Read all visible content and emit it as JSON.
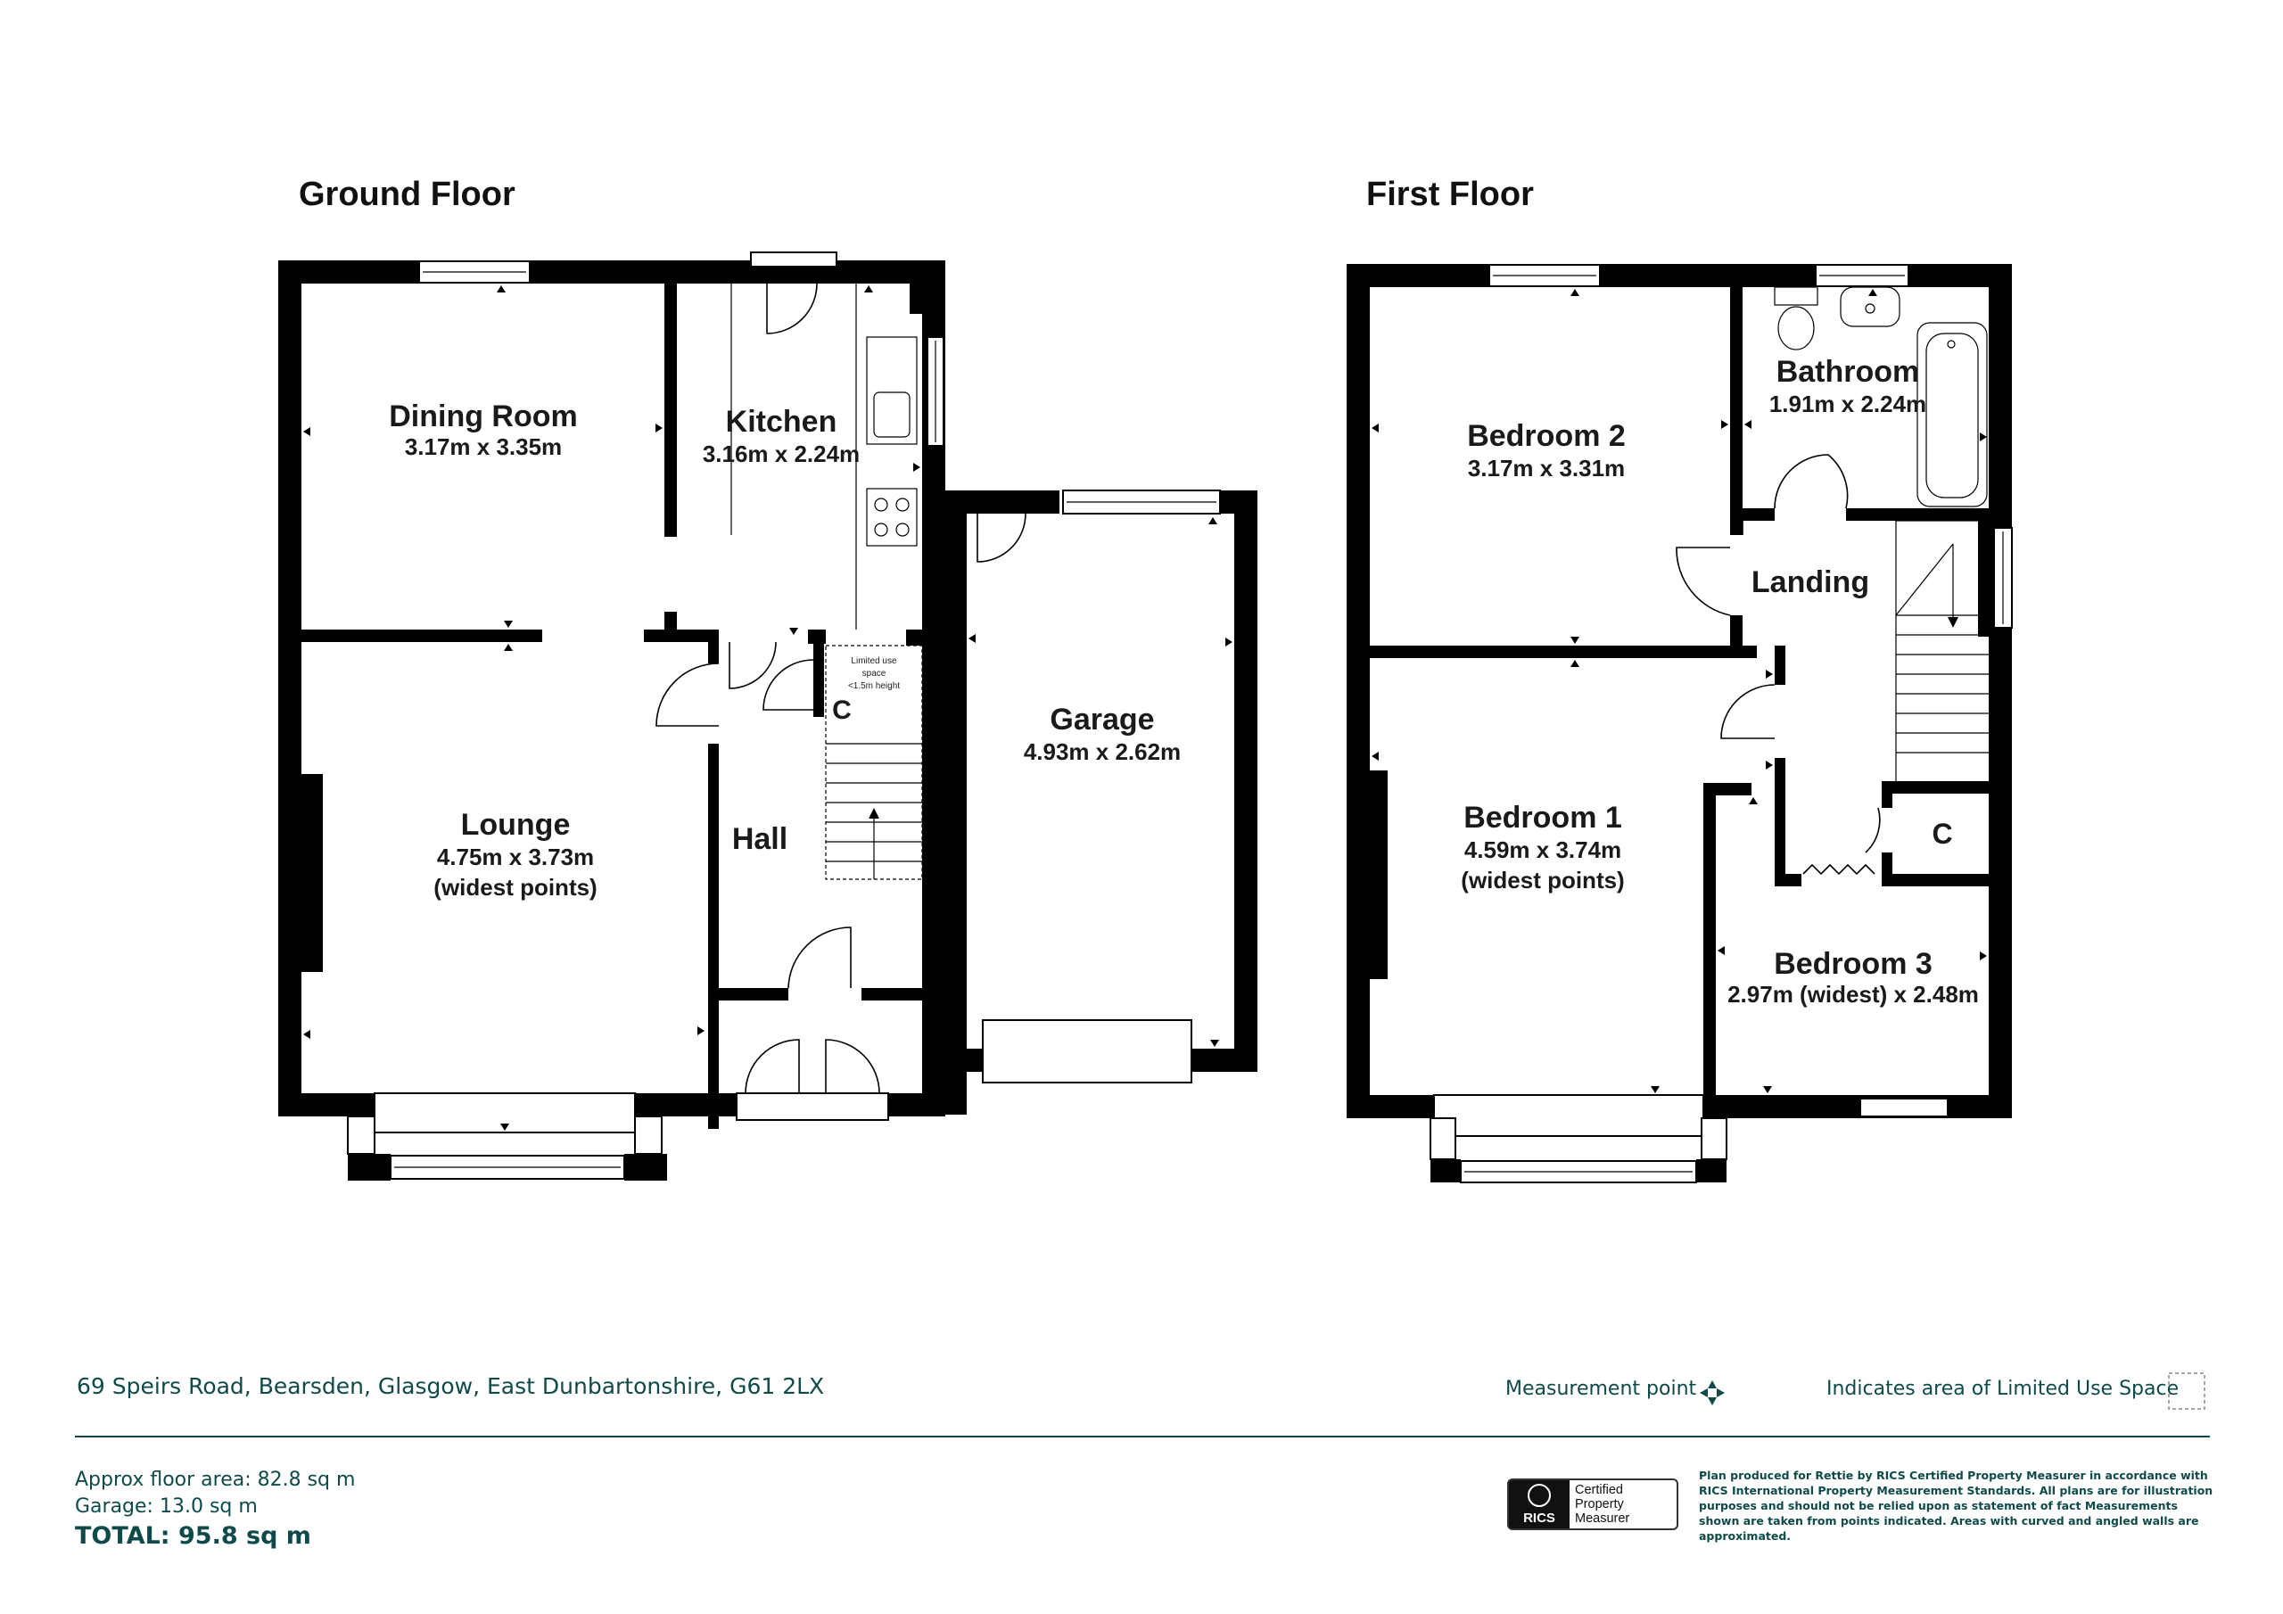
{
  "floors": {
    "ground": {
      "title": "Ground Floor",
      "rooms": {
        "dining": {
          "name": "Dining Room",
          "dims": "3.17m x 3.35m"
        },
        "kitchen": {
          "name": "Kitchen",
          "dims": "3.16m x 2.24m"
        },
        "lounge": {
          "name": "Lounge",
          "dims": "4.75m x 3.73m",
          "note": "(widest points)"
        },
        "hall": {
          "name": "Hall"
        },
        "cupboard": {
          "name": "C",
          "note_line1": "Limited use",
          "note_line2": "space",
          "note_line3": "<1.5m height"
        },
        "garage": {
          "name": "Garage",
          "dims": "4.93m x 2.62m"
        }
      }
    },
    "first": {
      "title": "First Floor",
      "rooms": {
        "bedroom2": {
          "name": "Bedroom 2",
          "dims": "3.17m x 3.31m"
        },
        "bathroom": {
          "name": "Bathroom",
          "dims": "1.91m x 2.24m"
        },
        "landing": {
          "name": "Landing"
        },
        "bedroom1": {
          "name": "Bedroom 1",
          "dims": "4.59m x 3.74m",
          "note": "(widest points)"
        },
        "cupboard": {
          "name": "C"
        },
        "bedroom3": {
          "name": "Bedroom 3",
          "dims": "2.97m (widest) x 2.48m"
        }
      }
    }
  },
  "footer": {
    "address": "69 Speirs Road, Bearsden, Glasgow, East Dunbartonshire, G61 2LX",
    "measurement_point": "Measurement point",
    "limited_use": "Indicates area of  Limited Use Space",
    "floor_area": "Approx floor area: 82.8 sq m",
    "garage_area": "Garage: 13.0 sq m",
    "total": "TOTAL: 95.8 sq m",
    "rics_mark": "RICS",
    "rics_line1": "Certified",
    "rics_line2": "Property",
    "rics_line3": "Measurer",
    "disclaimer": "Plan produced for Rettie by RICS Certified Property Measurer in accordance with RICS International Property  Measurement Standards.  All plans are for illustration purposes and should not be relied upon as statement of fact Measurements shown are taken from points indicated. Areas with curved and angled walls are approximated."
  },
  "colors": {
    "wall": "#000000",
    "footer_text": "#0f4a4a",
    "background": "#ffffff"
  }
}
